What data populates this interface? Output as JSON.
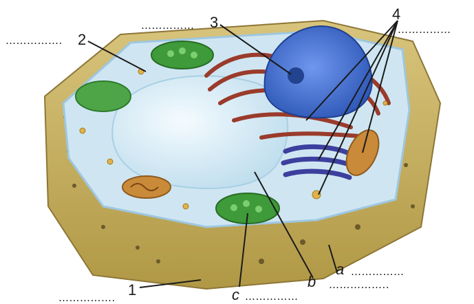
{
  "labels": {
    "n1": "1",
    "n2": "2",
    "n3": "3",
    "n4": "4",
    "a": "a",
    "b": "b",
    "c": "c",
    "blank_2": "…………….",
    "blank_3": "……………",
    "blank_4": "……………",
    "blank_1": "…………….",
    "blank_a_top": "……………",
    "blank_a_bottom": "……………..",
    "blank_c": "……………"
  },
  "colors": {
    "cell_wall": "#c9b36a",
    "cell_wall_dark": "#a68e49",
    "cytoplasm": "#cfe6f2",
    "membrane": "#9ec7e0",
    "vacuole": "#e6f3fb",
    "nucleus": "#3f6fd6",
    "nucleolus": "#22438f",
    "er_rough": "#9a3b2b",
    "golgi": "#3d3f9e",
    "chloroplast": "#3f9a3a",
    "mitochondrion": "#c98a3a"
  }
}
